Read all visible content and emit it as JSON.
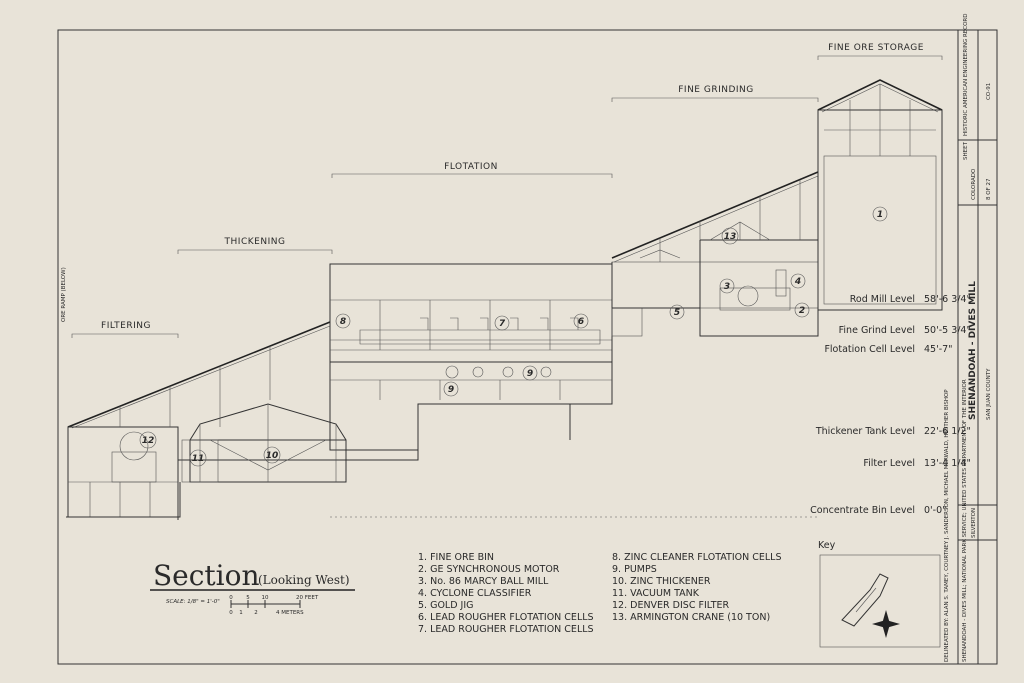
{
  "sections": {
    "fine_ore_storage": "FINE ORE STORAGE",
    "fine_grinding": "FINE GRINDING",
    "flotation": "FLOTATION",
    "thickening": "THICKENING",
    "filtering": "FILTERING"
  },
  "levels": [
    {
      "label": "Rod Mill Level",
      "value": "58'-6 3/4\""
    },
    {
      "label": "Fine Grind Level",
      "value": "50'-5 3/4\""
    },
    {
      "label": "Flotation Cell Level",
      "value": "45'-7\""
    },
    {
      "label": "Thickener Tank Level",
      "value": "22'-6 1/2\""
    },
    {
      "label": "Filter Level",
      "value": "13'-4 1/4\""
    },
    {
      "label": "Concentrate Bin Level",
      "value": "0'-0\""
    }
  ],
  "slope_label": "ORE RAMP (BELOW)",
  "title": {
    "main": "Section",
    "sub": "(Looking West)",
    "scale_label": "SCALE: 1/8\" = 1'-0\"",
    "feet_ticks": [
      "0",
      "5",
      "10",
      "20 FEET"
    ],
    "meter_ticks": [
      "0",
      "1",
      "2",
      "4 METERS"
    ]
  },
  "legend_left": [
    "1.  FINE ORE BIN",
    "2.  GE SYNCHRONOUS MOTOR",
    "3.  No. 86 MARCY BALL MILL",
    "4.  CYCLONE CLASSIFIER",
    "5.  GOLD JIG",
    "6.  LEAD ROUGHER FLOTATION CELLS",
    "7.  LEAD ROUGHER FLOTATION CELLS"
  ],
  "legend_right": [
    "8.   ZINC CLEANER FLOTATION CELLS",
    "9.   PUMPS",
    "10.  ZINC THICKENER",
    "11.  VACUUM TANK",
    "12.  DENVER DISC FILTER",
    "13.  ARMINGTON CRANE (10 TON)"
  ],
  "key_label": "Key",
  "callouts": [
    "1",
    "2",
    "3",
    "4",
    "5",
    "6",
    "7",
    "8",
    "9",
    "9",
    "10",
    "11",
    "12",
    "13"
  ],
  "title_block": {
    "mill": "SHENANDOAH - DIVES MILL",
    "county": "SAN JUAN COUNTY",
    "town": "SILVERTON",
    "state": "COLORADO",
    "sheet_label": "SHEET",
    "sheet_no": "8 OF 27",
    "record": "HISTORIC AMERICAN ENGINEERING RECORD",
    "record_no": "CO-91",
    "delineator": "DELINEATED BY: ALAN S. TAMEY, COURTNEY J. SANDERSON, MICHAEL MERWALD, HESTHER BISHOP",
    "agency": "SHENANDOAH - DIVES MILL; NATIONAL PARK SERVICE; UNITED STATES DEPARTMENT OF THE INTERIOR"
  }
}
